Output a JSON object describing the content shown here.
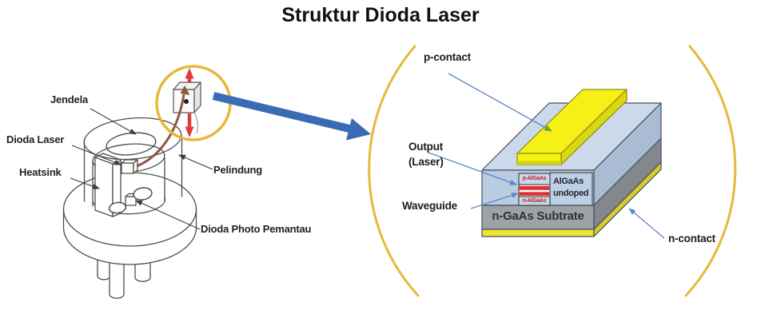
{
  "title": "Struktur Dioda Laser",
  "package_diagram": {
    "labels": {
      "jendela": "Jendela",
      "dioda_laser": "Dioda Laser",
      "heatsink": "Heatsink",
      "pelindung": "Pelindung",
      "dioda_photo_pemantau": "Dioda Photo Pemantau"
    }
  },
  "chip_diagram": {
    "labels": {
      "p_contact": "p-contact",
      "output_line1": "Output",
      "output_line2": "(Laser)",
      "waveguide": "Waveguide",
      "n_contact": "n-contact"
    },
    "layers": {
      "p_algaas": "p-AlGaAs",
      "n_algaas": "n-AlGaAs",
      "algaas_line1": "AlGaAs",
      "algaas_line2": "undoped",
      "substrate": "n-GaAs Subtrate"
    }
  },
  "colors": {
    "highlight_yellow": "#E8B83C",
    "zoom_arrow_blue": "#3A6BB5",
    "pointer_blue": "#5D88C4",
    "emission_red": "#E23B3B",
    "contact_yellow": "#F2EE1C",
    "chip_blue": "#BCCFE5",
    "substrate_gray": "#9DA2A7",
    "active_layer_red": "#DF3030",
    "line_gray": "#4D4D4D"
  }
}
